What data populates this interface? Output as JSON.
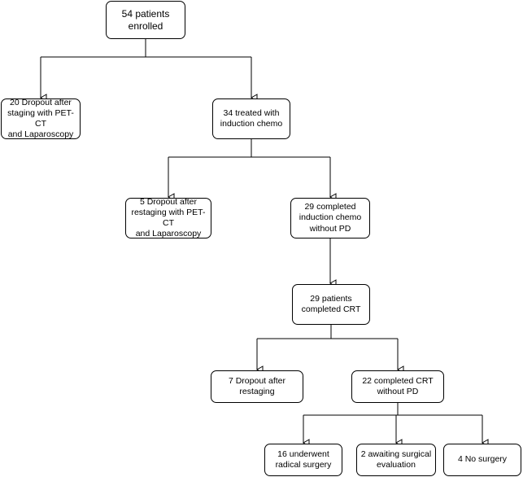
{
  "flowchart": {
    "nodes": {
      "enrolled": "54 patients\nenrolled",
      "dropout_staging": "20 Dropout after\nstaging with PET-CT\nand Laparoscopy",
      "induction": "34 treated with\ninduction chemo",
      "dropout_restaging": "5 Dropout after\nrestaging with PET-CT\nand Laparoscopy",
      "completed_induction": "29 completed\ninduction chemo\nwithout PD",
      "completed_crt": "29 patients\ncompleted CRT",
      "dropout_after_restaging": "7 Dropout after restaging",
      "crt_without_pd": "22 completed CRT\nwithout PD",
      "radical_surgery": "16 underwent\nradical surgery",
      "awaiting_evaluation": "2 awaiting surgical\nevaluation",
      "no_surgery": "4 No surgery"
    },
    "edges": [
      [
        "enrolled",
        "dropout_staging"
      ],
      [
        "enrolled",
        "induction"
      ],
      [
        "induction",
        "dropout_restaging"
      ],
      [
        "induction",
        "completed_induction"
      ],
      [
        "completed_induction",
        "completed_crt"
      ],
      [
        "completed_crt",
        "dropout_after_restaging"
      ],
      [
        "completed_crt",
        "crt_without_pd"
      ],
      [
        "crt_without_pd",
        "radical_surgery"
      ],
      [
        "crt_without_pd",
        "awaiting_evaluation"
      ],
      [
        "crt_without_pd",
        "no_surgery"
      ]
    ]
  }
}
